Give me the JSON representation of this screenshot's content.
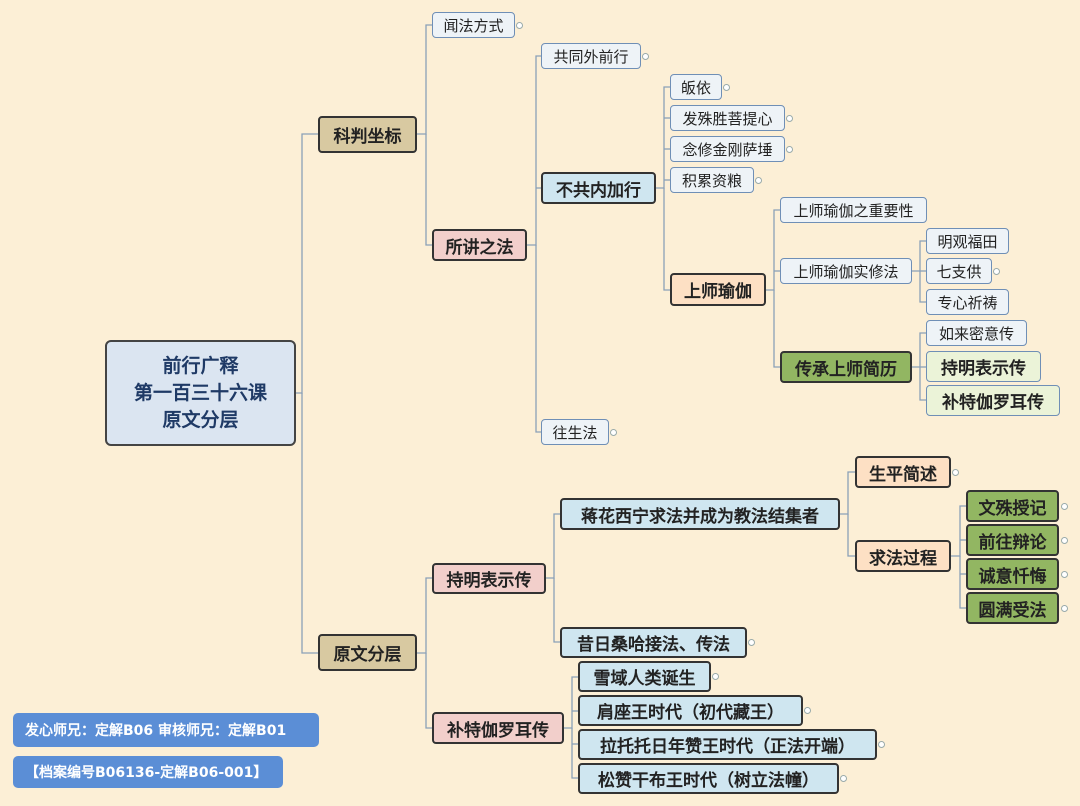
{
  "root": {
    "line1": "前行广释",
    "line2": "第一百三十六课",
    "line3": "原文分层"
  },
  "n_kepan": "科判坐标",
  "n_wenfa": "闻法方式",
  "n_suojiang": "所讲之法",
  "n_gongtong": "共同外前行",
  "n_bugong": "不共内加行",
  "n_guiyi": "皈依",
  "n_fapu": "发殊胜菩提心",
  "n_nianxiu": "念修金刚萨埵",
  "n_jilei": "积累资粮",
  "n_shangshi": "上师瑜伽",
  "n_zhongyao": "上师瑜伽之重要性",
  "n_shixiu": "上师瑜伽实修法",
  "n_mingguan": "明观福田",
  "n_qizhi": "七支供",
  "n_zhuanxin": "专心祈祷",
  "n_chuancheng": "传承上师简历",
  "n_rulai": "如来密意传",
  "n_chiming1": "持明表示传",
  "n_bute1": "补特伽罗耳传",
  "n_wangsheng": "往生法",
  "n_yuanwen": "原文分层",
  "n_chiming2": "持明表示传",
  "n_bute2": "补特伽罗耳传",
  "n_jianghua": "蒋花西宁求法并成为教法结集者",
  "n_xiri": "昔日桑哈接法、传法",
  "n_shengping": "生平简述",
  "n_qiufa": "求法过程",
  "n_wenshu": "文殊授记",
  "n_qianwang": "前往辩论",
  "n_chengyi": "诚意忏悔",
  "n_yuanman": "圆满受法",
  "n_xueyu": "雪域人类诞生",
  "n_jianzuo": "肩座王时代（初代藏王）",
  "n_latuo": "拉托托日年赞王时代（正法开端）",
  "n_songzan": "松赞干布王时代（树立法幢）",
  "footer": {
    "line1": "发心师兄：定解B06   审核师兄：定解B01",
    "line2": "【档案编号B06136-定解B06-001】"
  },
  "colors": {
    "background": "#fcefd6",
    "lines": "#8aa0b8",
    "root": "#dbe5f1",
    "tan": "#d8c9a1",
    "pink": "#f2cfcb",
    "blue": "#cfe6f0",
    "orange": "#fde0c4",
    "green": "#92b662",
    "footer": "#5b8ed6"
  }
}
